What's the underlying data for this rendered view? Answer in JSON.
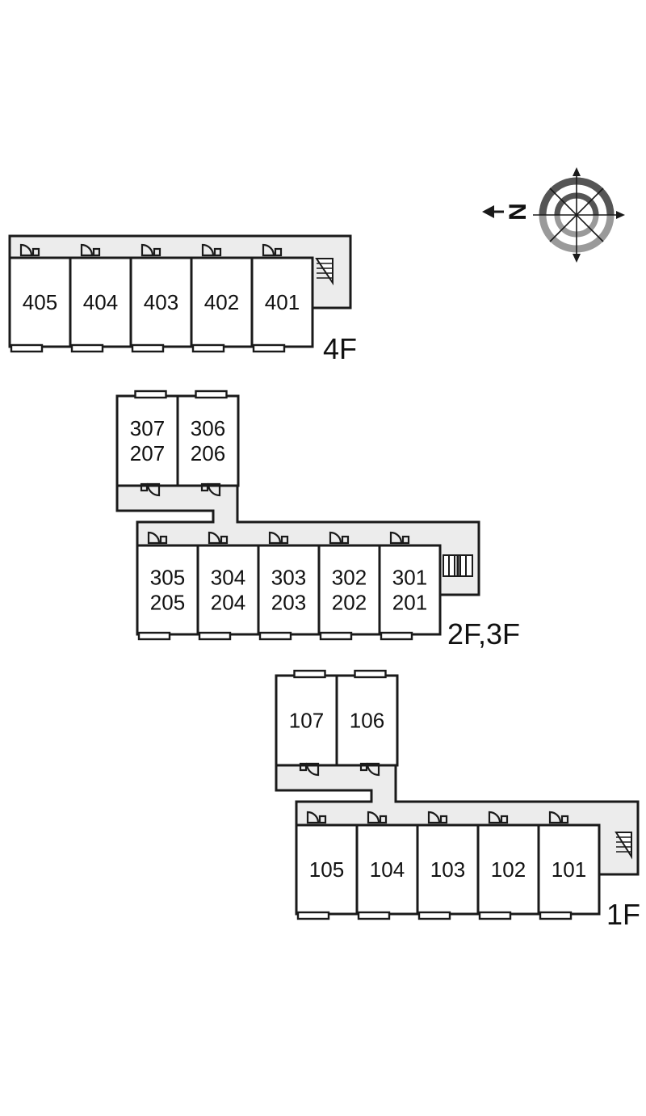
{
  "compass": {
    "label": "N"
  },
  "floors": [
    {
      "label": "4F",
      "rows": [
        {
          "units": [
            "405",
            "404",
            "403",
            "402",
            "401"
          ]
        }
      ]
    },
    {
      "label": "2F,3F",
      "rows": [
        {
          "units": [
            "307\n207",
            "306\n206"
          ]
        },
        {
          "units": [
            "305\n205",
            "304\n204",
            "303\n203",
            "302\n202",
            "301\n201"
          ]
        }
      ]
    },
    {
      "label": "1F",
      "rows": [
        {
          "units": [
            "107",
            "106"
          ]
        },
        {
          "units": [
            "105",
            "104",
            "103",
            "102",
            "101"
          ]
        }
      ]
    }
  ]
}
